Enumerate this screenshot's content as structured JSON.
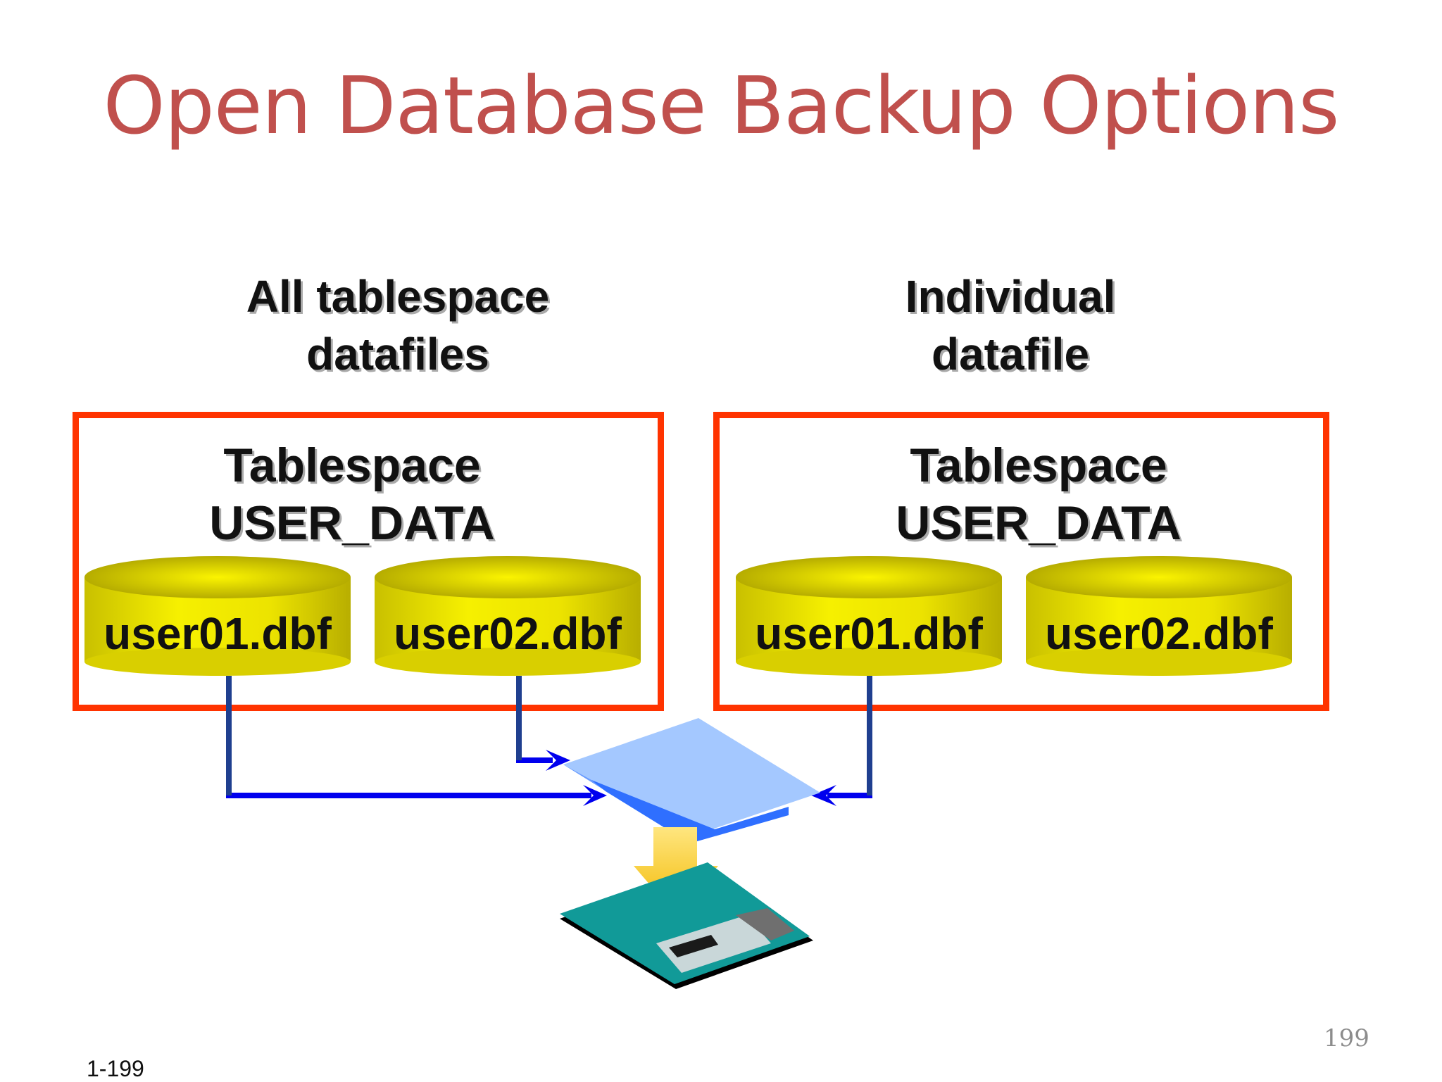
{
  "slide": {
    "title": "Open Database Backup Options",
    "page_number": "199",
    "footer_code": "1-199"
  },
  "left_panel": {
    "heading_line1": "All tablespace",
    "heading_line2": "datafiles",
    "tablespace_line1": "Tablespace",
    "tablespace_line2": "USER_DATA",
    "files": [
      "user01.dbf",
      "user02.dbf"
    ]
  },
  "right_panel": {
    "heading_line1": "Individual",
    "heading_line2": "datafile",
    "tablespace_line1": "Tablespace",
    "tablespace_line2": "USER_DATA",
    "files": [
      "user01.dbf",
      "user02.dbf"
    ]
  },
  "icons": {
    "backup_target": "tape-drive-icon",
    "media": "floppy-disk-icon"
  },
  "colors": {
    "title": "#c0504d",
    "box_border": "#ff3300",
    "cylinder": "#e8e000",
    "connector": "#0000ee",
    "arrow": "#f5c000"
  }
}
